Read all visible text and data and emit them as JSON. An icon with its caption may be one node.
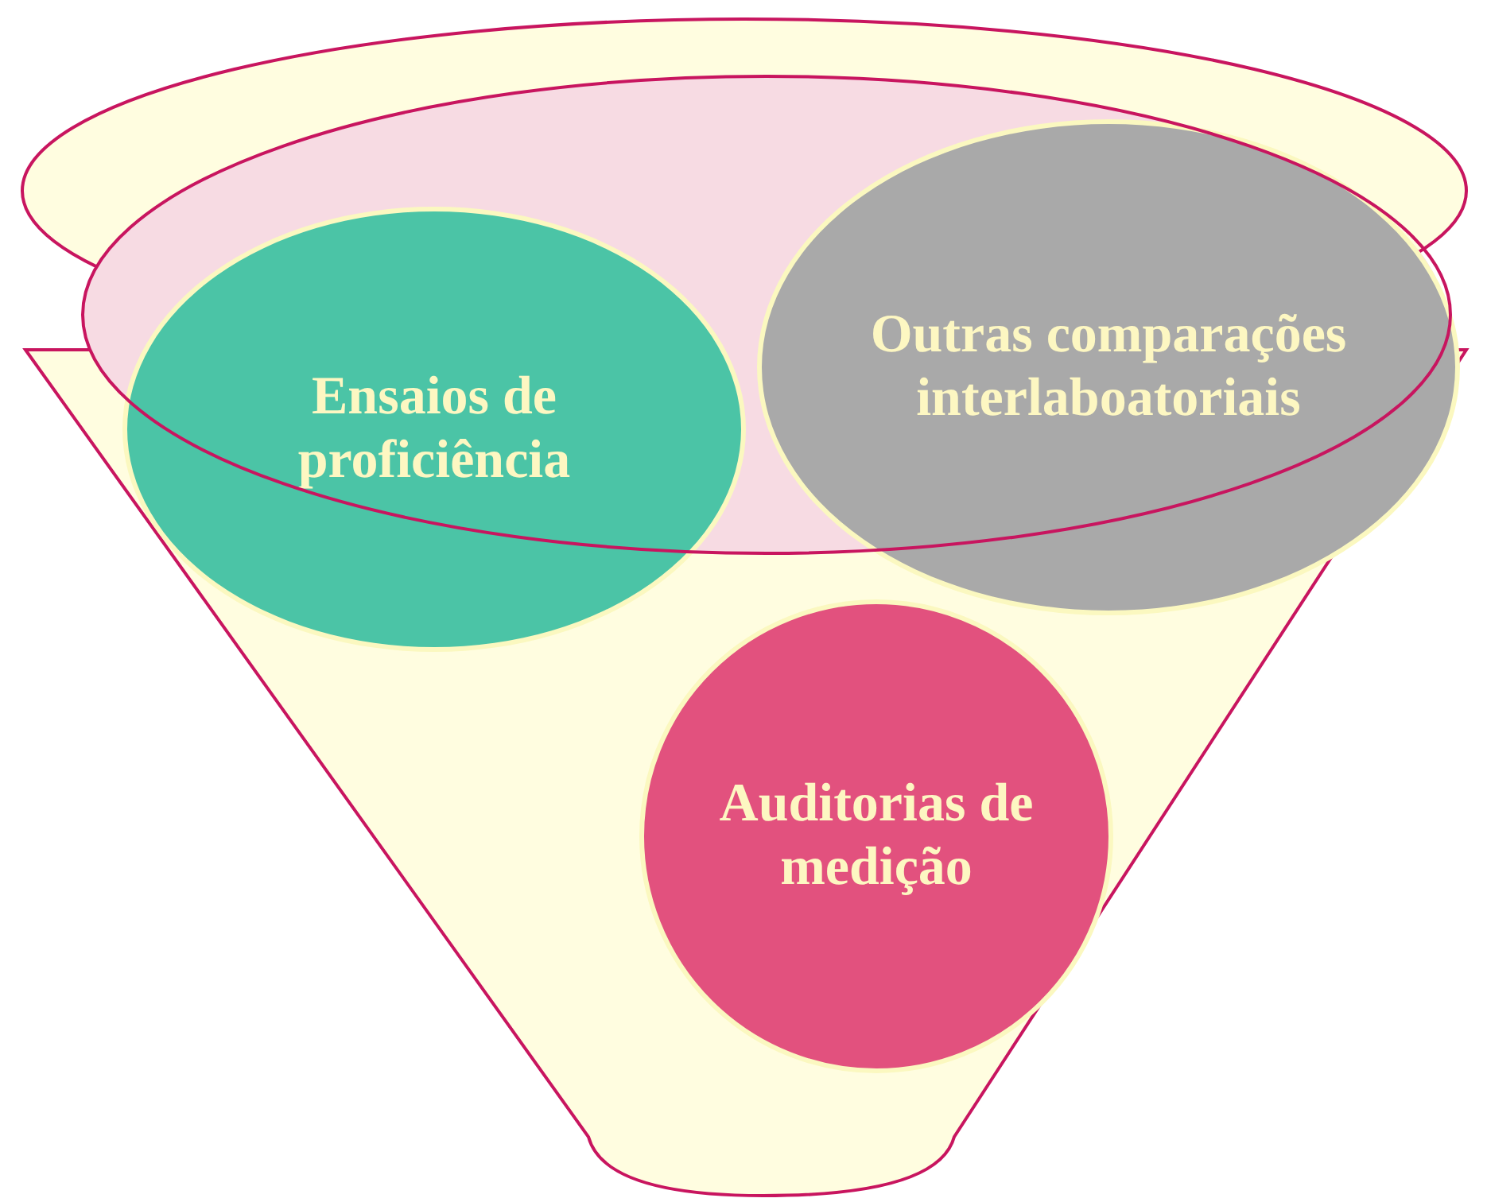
{
  "diagram": {
    "nodes": [
      {
        "text": [
          "Ensaios de proficiência"
        ]
      },
      {
        "text": [
          "Outras comparações interlaboatoriais"
        ]
      },
      {
        "text": [
          "Auditorias de medição"
        ]
      }
    ]
  }
}
